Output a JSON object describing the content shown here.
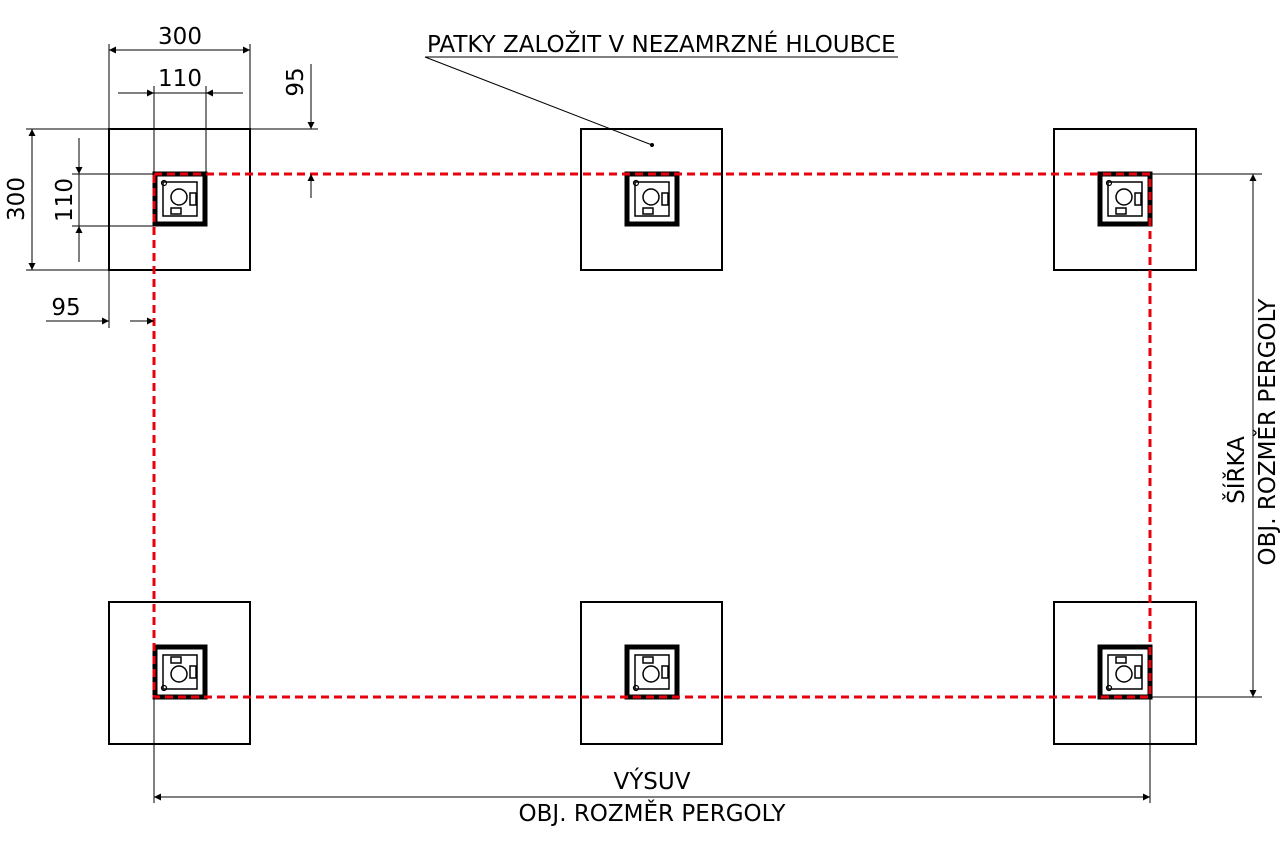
{
  "annotations": {
    "note": "PATKY ZALOŽIT V NEZAMRZNÉ HLOUBCE",
    "width_title": "ŠÍŘKA",
    "width_subtitle": "OBJ. ROZMĚR PERGOLY",
    "length_title": "VÝSUV",
    "length_subtitle": "OBJ. ROZMĚR PERGOLY"
  },
  "dimensions": {
    "pad_width": "300",
    "post_width": "110",
    "pad_height": "300",
    "post_height": "110",
    "offset_top": "95",
    "offset_left": "95"
  },
  "colors": {
    "outline_line": "#e8000d",
    "drawing_line": "#000000"
  },
  "footings": {
    "count": 6,
    "shape": "square-pad-with-post-anchor"
  }
}
